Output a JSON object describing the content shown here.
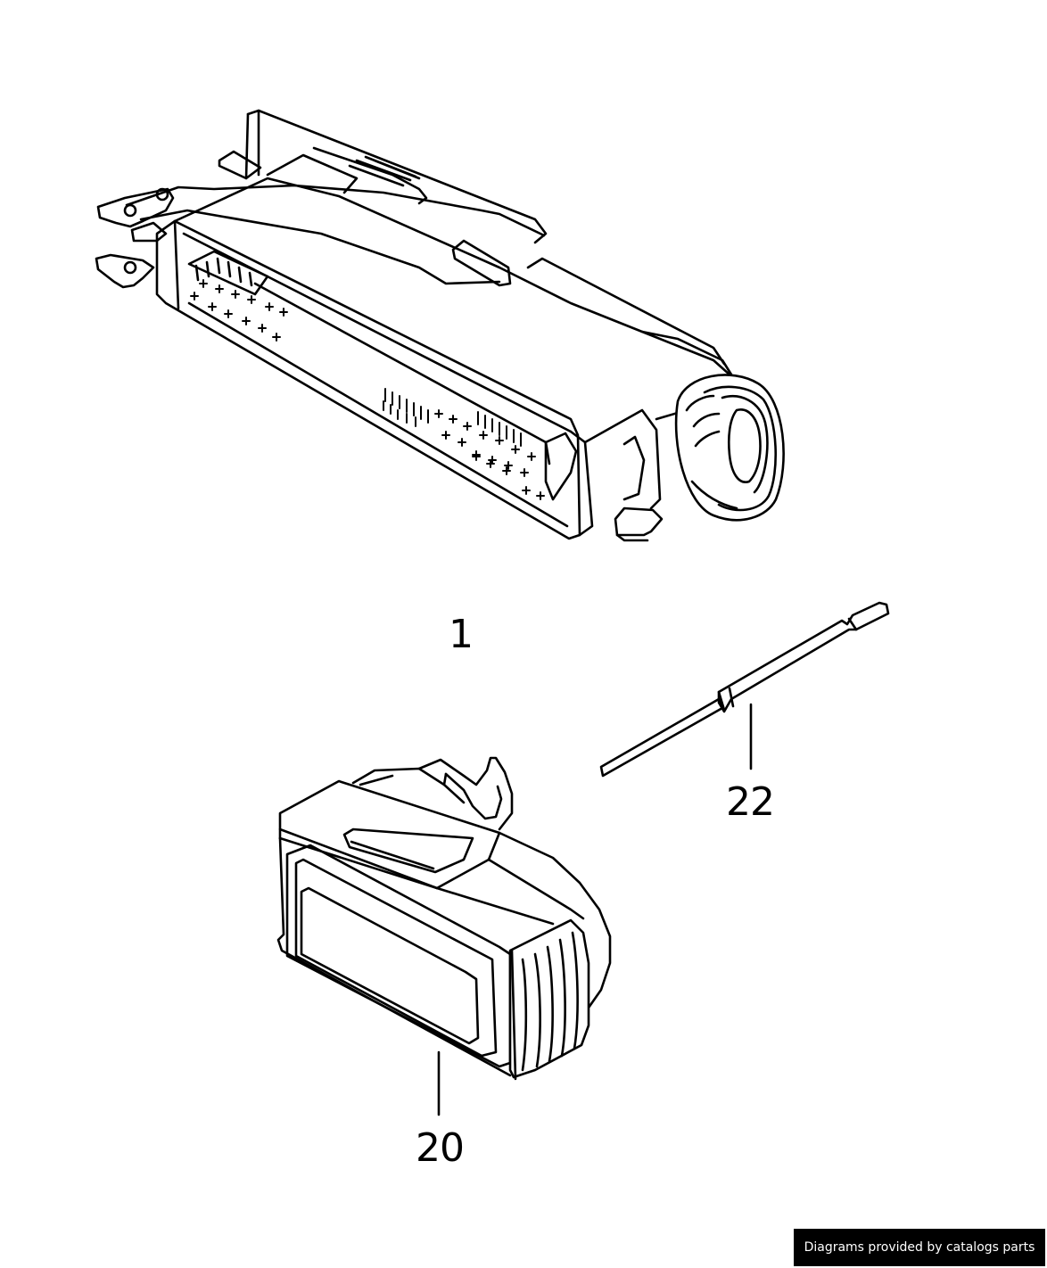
{
  "callouts": {
    "part_1": "1",
    "part_20": "20",
    "part_22": "22"
  },
  "credit": "Diagrams provided by catalogs parts",
  "colors": {
    "ink": "#000000",
    "background": "#ffffff",
    "credit_bg": "#000000",
    "credit_text": "#ffffff"
  }
}
